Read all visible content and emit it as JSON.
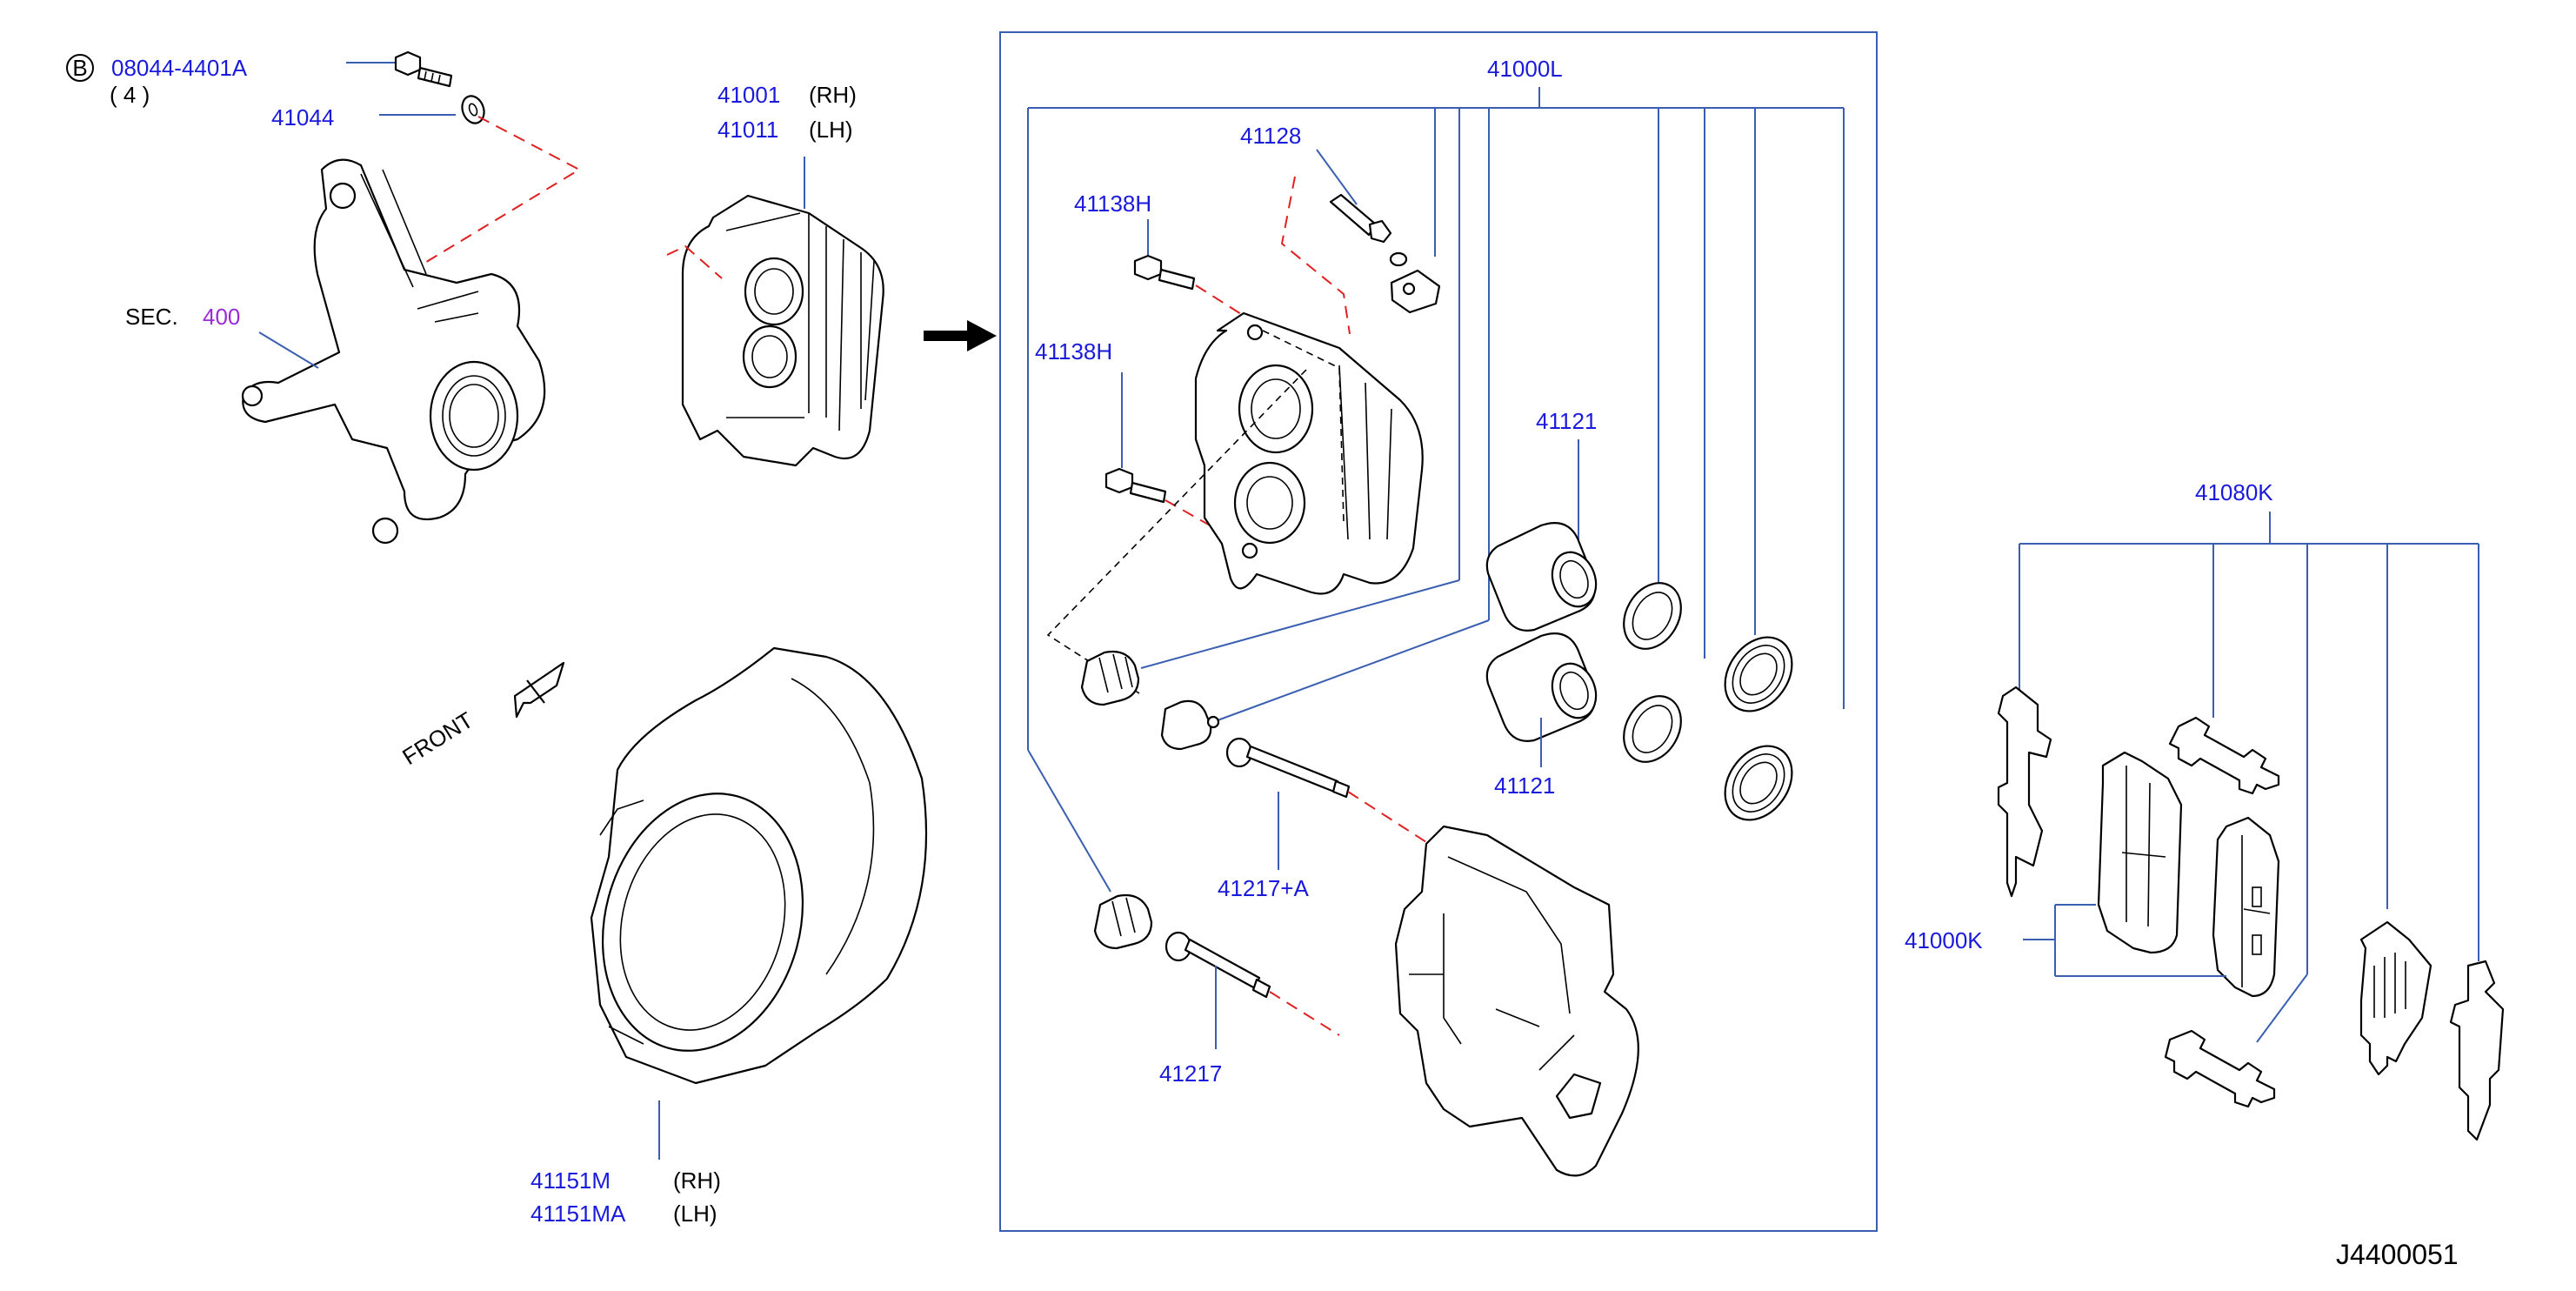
{
  "colors": {
    "part_number": "#1a1adc",
    "leader": "#3a5fb0",
    "section_ref": "#9b2bd6",
    "alignment_dash": "#e02020"
  },
  "labels": {
    "bolt_ref_letter": "B",
    "bolt": "08044-4401A",
    "bolt_qty": "( 4 )",
    "washer": "41044",
    "knuckle_sec": "SEC.",
    "knuckle_sec_code": "400",
    "caliper_rh": "41001",
    "caliper_rh_side": "(RH)",
    "caliper_lh": "41011",
    "caliper_lh_side": "(LH)",
    "front": "FRONT",
    "shield_rh": "41151M",
    "shield_rh_side": "(RH)",
    "shield_lh": "41151MA",
    "shield_lh_side": "(LH)",
    "kit": "41000L",
    "bleeder": "41128",
    "bolt_upper": "41138H",
    "bolt_lower": "41138H",
    "piston_upper": "41121",
    "piston_lower": "41121",
    "pin_upper": "41217+A",
    "pin_lower": "41217",
    "hardware_kit": "41080K",
    "pad_kit": "41000K",
    "diagram_id": "J4400051"
  }
}
